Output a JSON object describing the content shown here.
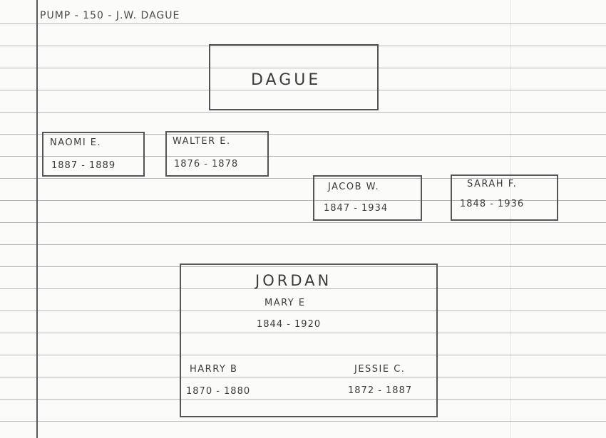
{
  "header": {
    "text": "PUMP - 150 - J.W. DAGUE"
  },
  "family_box": {
    "name": "DAGUE"
  },
  "persons": [
    {
      "name": "NAOMI E.",
      "years": "1887 - 1889"
    },
    {
      "name": "WALTER E.",
      "years": "1876 - 1878"
    },
    {
      "name": "JACOB W.",
      "years": "1847 - 1934"
    },
    {
      "name": "SARAH F.",
      "years": "1848 - 1936"
    }
  ],
  "jordan": {
    "surname": "JORDAN",
    "name": "MARY E",
    "years": "1844 - 1920",
    "children": [
      {
        "name": "HARRY B",
        "years": "1870 - 1880"
      },
      {
        "name": "JESSIE C.",
        "years": "1872 - 1887"
      }
    ]
  }
}
